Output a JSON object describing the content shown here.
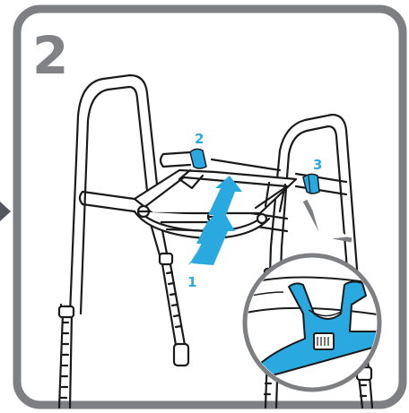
{
  "step": {
    "number": "2"
  },
  "callouts": [
    {
      "id": "arrow-1",
      "label": "1"
    },
    {
      "id": "clip-2",
      "label": "2"
    },
    {
      "id": "clip-3",
      "label": "3"
    }
  ],
  "colors": {
    "frame_border": "#7d7f82",
    "accent_blue": "#29a9e0",
    "line": "#1a1a1a",
    "prev_arrow": "#54585c"
  },
  "icons": {
    "previous_step": "play-arrow-icon"
  }
}
